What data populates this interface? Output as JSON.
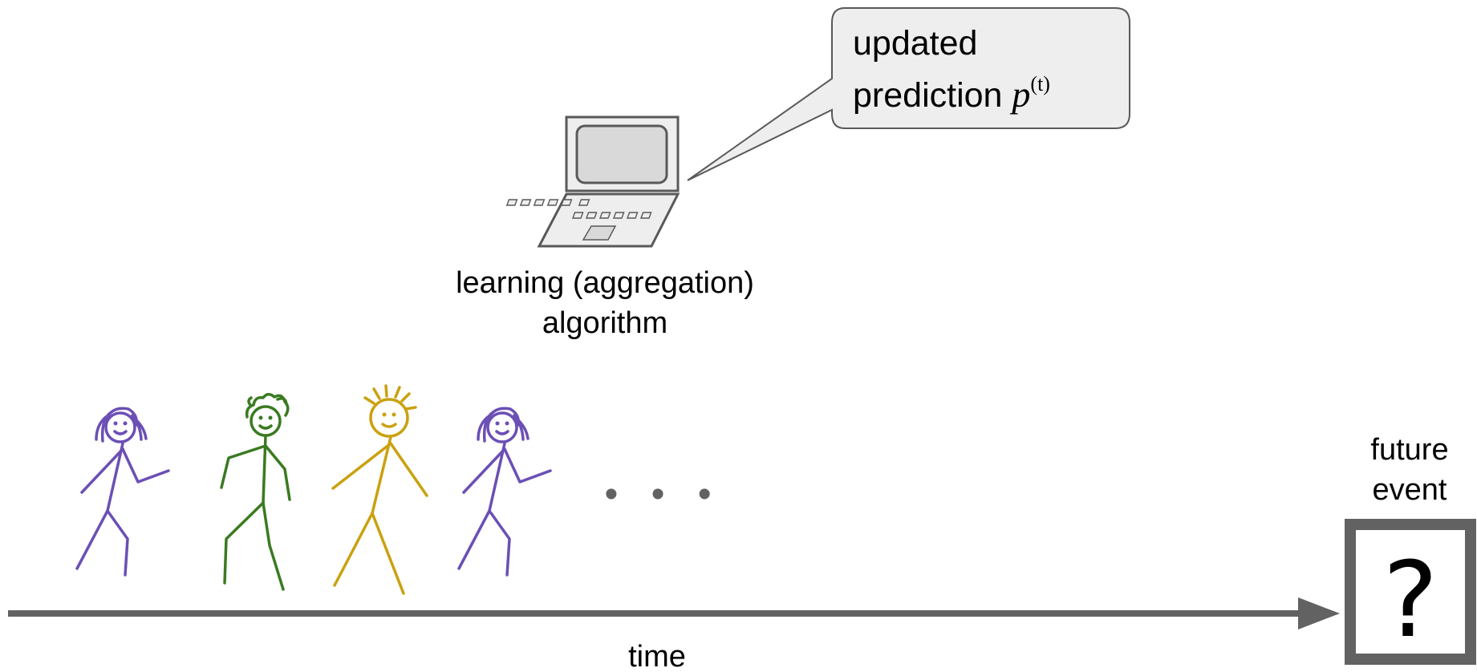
{
  "speech_bubble": {
    "line1": "updated",
    "line2": "prediction ",
    "math_symbol": "p",
    "math_superscript": "(t)"
  },
  "algorithm_label": {
    "line1": "learning (aggregation)",
    "line2": "algorithm"
  },
  "ellipsis": "• • •",
  "future_event": {
    "line1": "future",
    "line2": "event",
    "symbol": "?"
  },
  "time_label": "time",
  "colors": {
    "purple": "#6b4fb5",
    "green": "#3a7a21",
    "gold": "#caa10e",
    "gray": "#626262",
    "bubble_fill": "#eeeeee",
    "laptop_screen": "#d9d9d9"
  },
  "figures": [
    {
      "color": "purple",
      "hair": "braids"
    },
    {
      "color": "green",
      "hair": "curly"
    },
    {
      "color": "gold",
      "hair": "spiky"
    },
    {
      "color": "purple",
      "hair": "braids"
    }
  ]
}
